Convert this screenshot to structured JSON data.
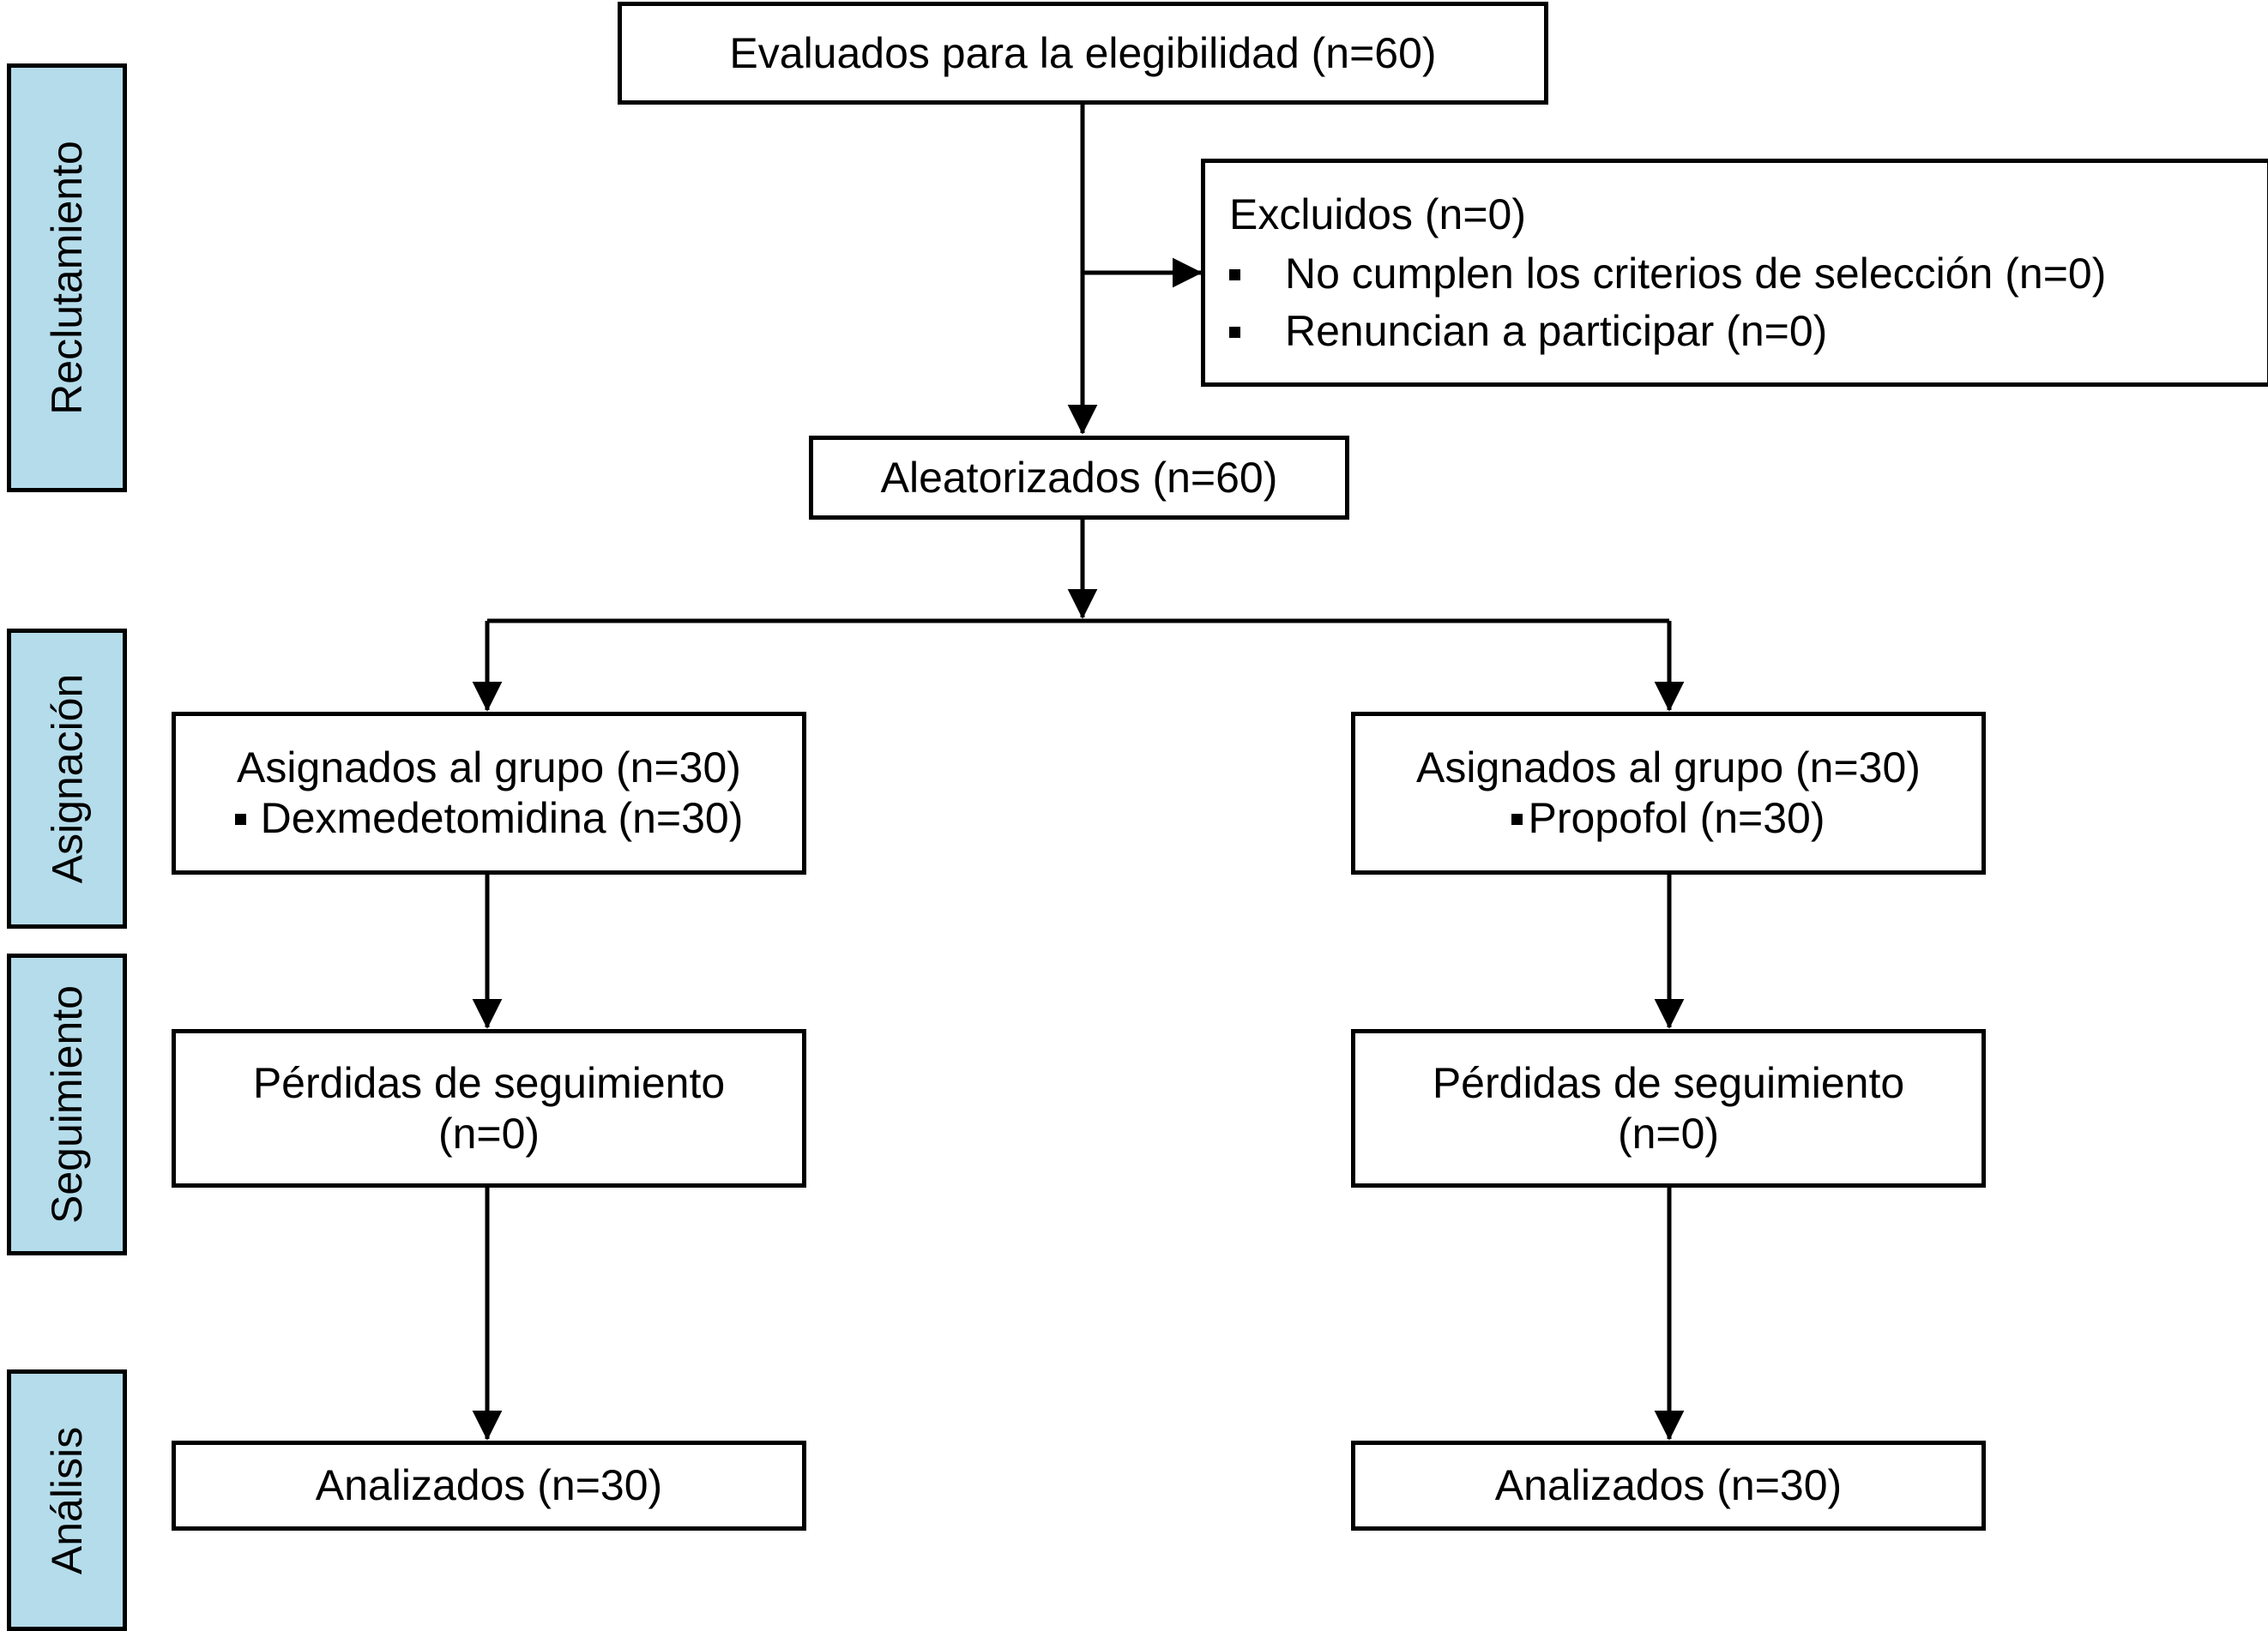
{
  "diagram": {
    "type": "consort-flow-diagram",
    "language": "es",
    "colors": {
      "band_fill": "#b5dceb",
      "border": "#000000",
      "box_fill": "#ffffff",
      "text": "#000000"
    }
  },
  "phases": [
    {
      "id": "reclutamiento",
      "label": "Reclutamiento"
    },
    {
      "id": "asignacion",
      "label": "Asignación"
    },
    {
      "id": "seguimiento",
      "label": "Seguimiento"
    },
    {
      "id": "analisis",
      "label": "Análisis"
    }
  ],
  "nodes": {
    "assessed": {
      "text": "Evaluados para la elegibilidad (n=60)"
    },
    "excluded": {
      "title": "Excluidos (n=0)",
      "items": [
        "No cumplen los criterios de selección (n=0)",
        "Renuncian a participar (n=0)"
      ]
    },
    "randomized": {
      "text": "Aleatorizados (n=60)"
    },
    "alloc_left": {
      "title": "Asignados al grupo (n=30)",
      "item": "Dexmedetomidina (n=30)"
    },
    "alloc_right": {
      "title": "Asignados al grupo (n=30)",
      "item": "Propofol (n=30)"
    },
    "lost_left": {
      "line1": "Pérdidas de seguimiento",
      "line2": "(n=0)"
    },
    "lost_right": {
      "line1": "Pérdidas de seguimiento",
      "line2": "(n=0)"
    },
    "analyzed_left": {
      "text": "Analizados (n=30)"
    },
    "analyzed_right": {
      "text": "Analizados (n=30)"
    }
  }
}
